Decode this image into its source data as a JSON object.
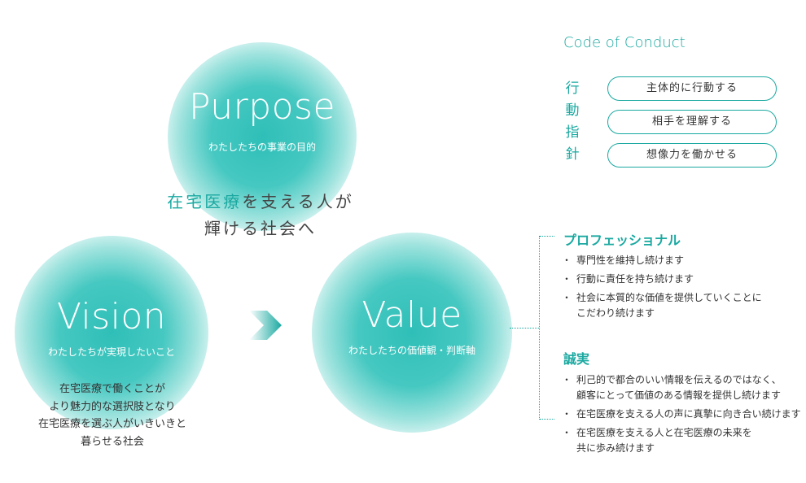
{
  "purpose": {
    "title": "Purpose",
    "subtitle": "わたしたちの事業の目的"
  },
  "mission": {
    "line1_accent": "在宅医療",
    "line1_rest": "を支える人が",
    "line2": "輝ける社会へ"
  },
  "vision": {
    "title": "Vision",
    "subtitle": "わたしたちが実現したいこと",
    "lines": [
      "在宅医療で働くことが",
      "より魅力的な選択肢となり",
      "在宅医療を選ぶ人がいきいきと",
      "暮らせる社会"
    ]
  },
  "value": {
    "title": "Value",
    "subtitle": "わたしたちの価値観・判断軸"
  },
  "code_of_conduct": {
    "title": "Code of Conduct",
    "label_chars": [
      "行",
      "動",
      "指",
      "針"
    ],
    "items": [
      "主体的に行動する",
      "相手を理解する",
      "想像力を働かせる"
    ]
  },
  "values": [
    {
      "title": "プロフェッショナル",
      "bullets": [
        "専門性を維持し続けます",
        "行動に責任を持ち続けます",
        "社会に本質的な価値を提供していくことに\nこだわり続けます"
      ]
    },
    {
      "title": "誠実",
      "bullets": [
        "利己的で都合のいい情報を伝えるのではなく、\n顧客にとって価値のある情報を提供し続けます",
        "在宅医療を支える人の声に真摯に向き合い続けます",
        "在宅医療を支える人と在宅医療の未来を\n共に歩み続けます"
      ]
    }
  ],
  "colors": {
    "accent": "#1aa9a1",
    "circle": "#45c8c1"
  },
  "icons": {
    "arrow": "arrow-right-icon"
  }
}
